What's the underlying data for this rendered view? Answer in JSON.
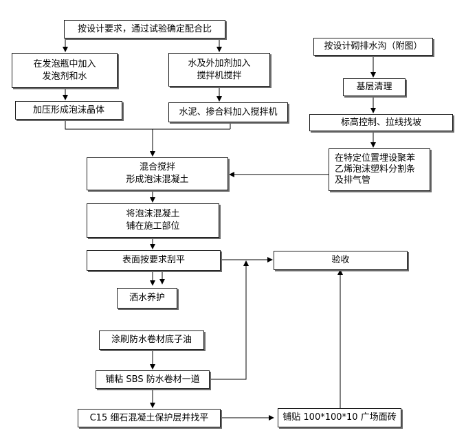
{
  "flowchart": {
    "nodes": {
      "n1": "按设计要求，通过试验确定配合比",
      "n2": "在发泡瓶中加入\n发泡剂和水",
      "n3": "水及外加剂加入\n搅拌机搅拌",
      "n4": "加压形成泡沫晶体",
      "n5": "水泥、掺合料加入搅拌机",
      "n6": "按设计砌排水沟（附图）",
      "n7": "基层清理",
      "n8": "标高控制、拉线找坡",
      "n9": "在特定位置埋设聚苯\n乙烯泡沫塑料分割条\n及排气管",
      "n10": "混合搅拌\n形成泡沫混凝土",
      "n11": "将泡沫混凝土\n铺在施工部位",
      "n12": "表面按要求刮平",
      "n13": "验收",
      "n14": "洒水养护",
      "n15": "涂刷防水卷材底子油",
      "n16": "铺粘 SBS 防水卷材一道",
      "n17": "C15 细石混凝土保护层并找平",
      "n18": "铺贴 100*100*10 广场面砖"
    }
  }
}
